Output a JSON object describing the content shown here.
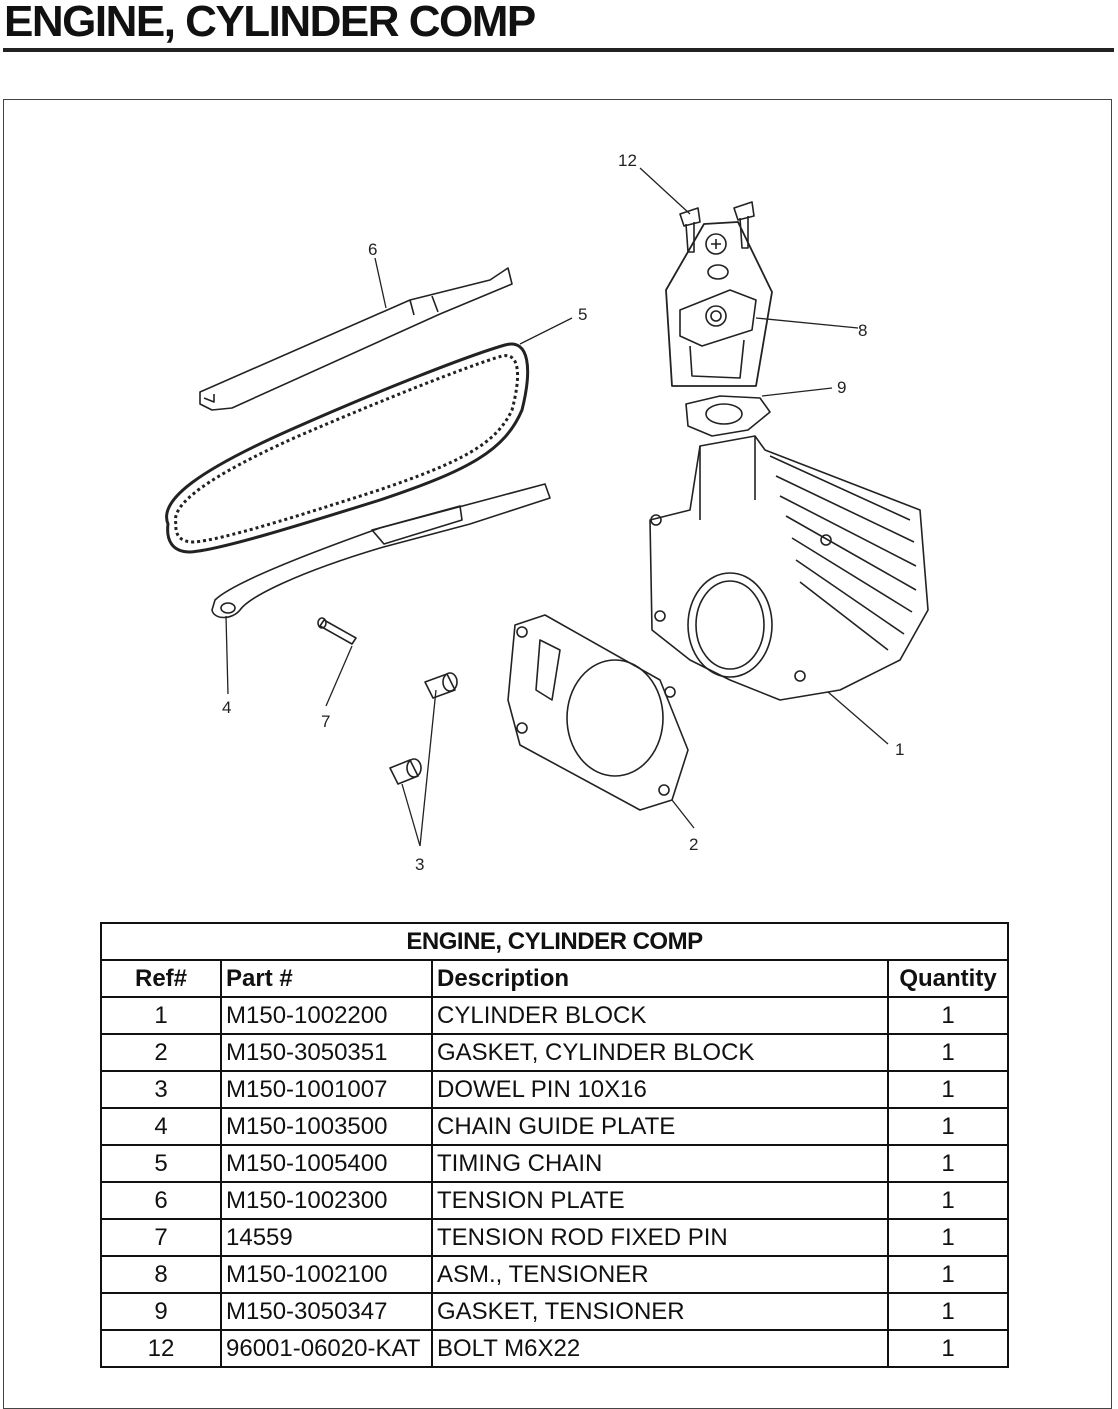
{
  "header": {
    "title": "ENGINE, CYLINDER COMP"
  },
  "diagram": {
    "callouts": [
      "12",
      "6",
      "5",
      "8",
      "9",
      "1",
      "4",
      "7",
      "3",
      "2"
    ]
  },
  "table": {
    "title": "ENGINE, CYLINDER COMP",
    "columns": [
      "Ref#",
      "Part #",
      "Description",
      "Quantity"
    ],
    "rows": [
      {
        "ref": "1",
        "part": "M150-1002200",
        "description": "CYLINDER BLOCK",
        "qty": "1"
      },
      {
        "ref": "2",
        "part": "M150-3050351",
        "description": "GASKET, CYLINDER BLOCK",
        "qty": "1"
      },
      {
        "ref": "3",
        "part": "M150-1001007",
        "description": "DOWEL PIN 10X16",
        "qty": "1"
      },
      {
        "ref": "4",
        "part": "M150-1003500",
        "description": "CHAIN GUIDE PLATE",
        "qty": "1"
      },
      {
        "ref": "5",
        "part": "M150-1005400",
        "description": "TIMING CHAIN",
        "qty": "1"
      },
      {
        "ref": "6",
        "part": "M150-1002300",
        "description": "TENSION PLATE",
        "qty": "1"
      },
      {
        "ref": "7",
        "part": "14559",
        "description": "TENSION ROD FIXED PIN",
        "qty": "1"
      },
      {
        "ref": "8",
        "part": "M150-1002100",
        "description": "ASM., TENSIONER",
        "qty": "1"
      },
      {
        "ref": "9",
        "part": "M150-3050347",
        "description": "GASKET, TENSIONER",
        "qty": "1"
      },
      {
        "ref": "12",
        "part": "96001-06020-KAT",
        "description": "BOLT M6X22",
        "qty": "1"
      }
    ]
  }
}
